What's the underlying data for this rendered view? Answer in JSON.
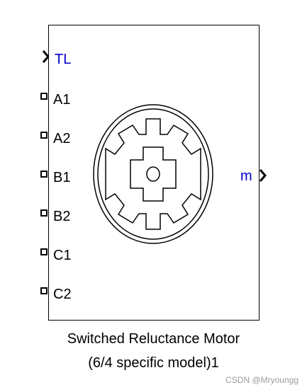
{
  "block": {
    "caption_line1": "Switched Reluctance Motor",
    "caption_line2": "(6/4 specific model)1",
    "signal_color": "#0000cc",
    "conserving_color": "#000000",
    "input_ports": [
      {
        "id": "tl",
        "label": "TL",
        "kind": "signal"
      },
      {
        "id": "a1",
        "label": "A1",
        "kind": "conserving"
      },
      {
        "id": "a2",
        "label": "A2",
        "kind": "conserving"
      },
      {
        "id": "b1",
        "label": "B1",
        "kind": "conserving"
      },
      {
        "id": "b2",
        "label": "B2",
        "kind": "conserving"
      },
      {
        "id": "c1",
        "label": "C1",
        "kind": "conserving"
      },
      {
        "id": "c2",
        "label": "C2",
        "kind": "conserving"
      }
    ],
    "output_port": {
      "label": "m",
      "kind": "signal"
    },
    "icon": "switched-reluctance-motor-6-4-icon"
  },
  "watermark": "CSDN @Mryoungg"
}
